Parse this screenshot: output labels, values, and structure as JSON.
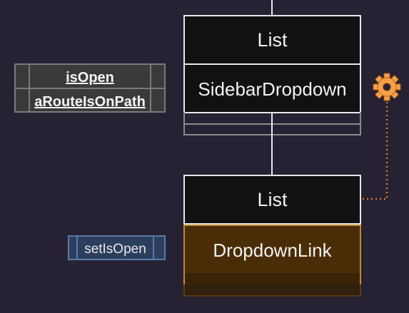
{
  "nodes": {
    "top_list": {
      "label": "List"
    },
    "sidebar_dropdown": {
      "label": "SidebarDropdown"
    },
    "bottom_list": {
      "label": "List"
    },
    "dropdown_link": {
      "label": "DropdownLink"
    }
  },
  "props": {
    "sidebar_dropdown": [
      "isOpen",
      "aRouteIsOnPath"
    ],
    "dropdown_link": [
      "setIsOpen"
    ]
  },
  "icons": {
    "context_icon": "gear-icon"
  },
  "colors": {
    "background": "#262233",
    "node_fill": "#111111",
    "node_border": "#e8e8e8",
    "highlight_fill": "#4a2d07",
    "highlight_border": "#c08a2a",
    "props_fill": "#3a3a3a",
    "props_border": "#7a7a7a",
    "setter_fill": "#2c3e5d",
    "setter_border": "#5a7aa8",
    "dotted_link": "#d07a24",
    "gear": "#f4a14a"
  }
}
